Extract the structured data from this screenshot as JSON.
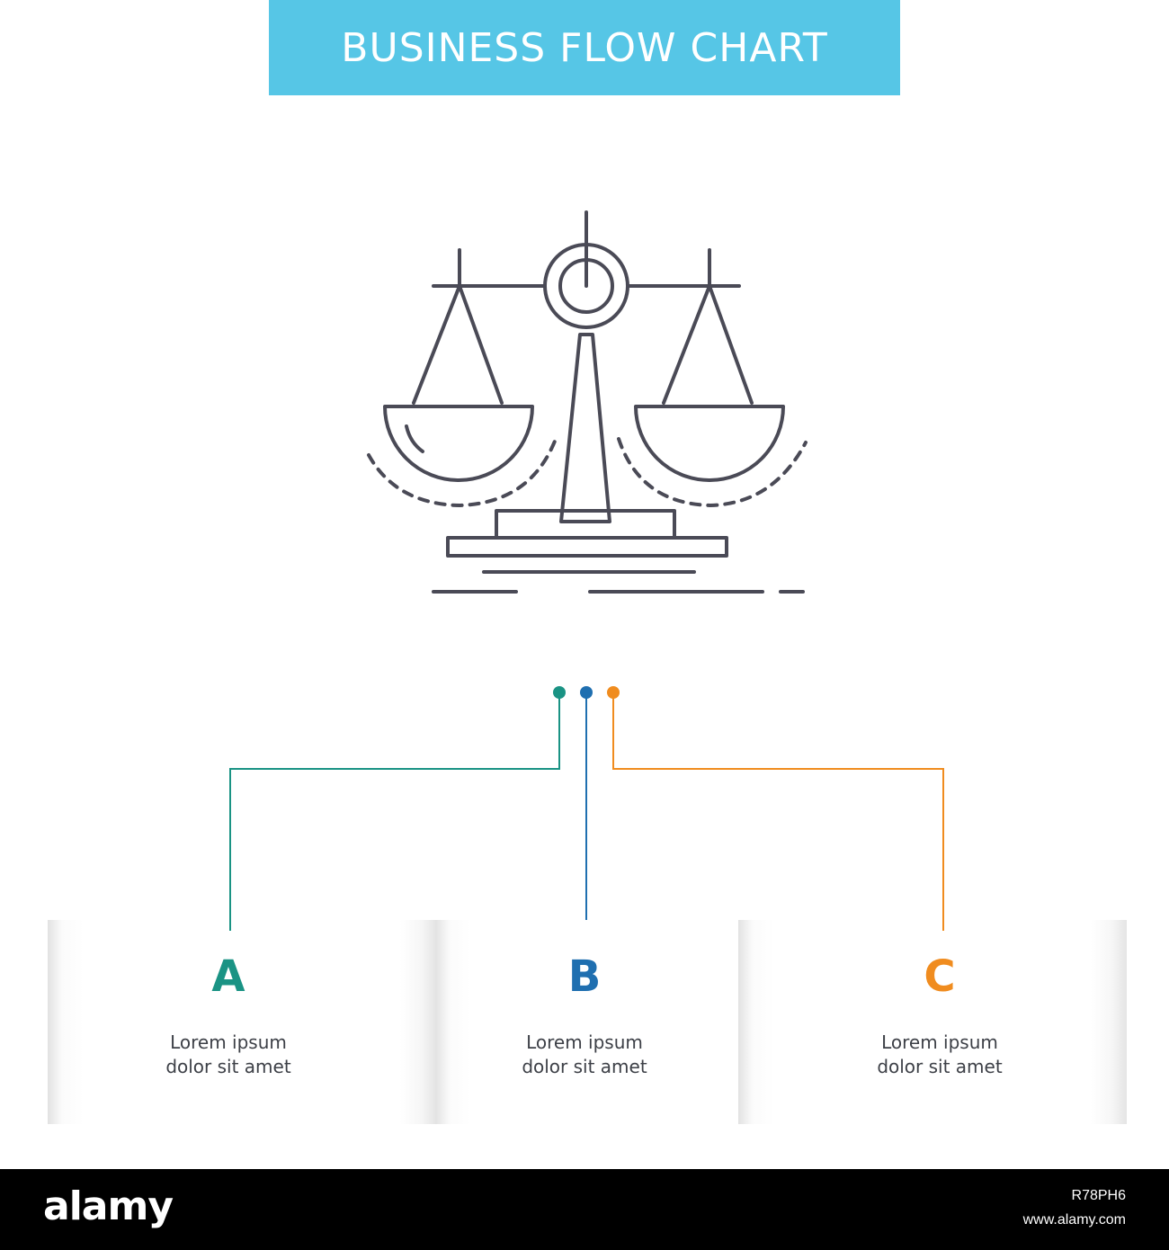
{
  "title": "BUSINESS FLOW CHART",
  "icon": "balance-scale-icon",
  "colors": {
    "header_bg": "#56c6e6",
    "icon_stroke": "#4a4a56",
    "branch_a": "#1a9384",
    "branch_b": "#1f6fb0",
    "branch_c": "#f08c1f"
  },
  "steps": [
    {
      "letter": "A",
      "line1": "Lorem ipsum",
      "line2": "dolor sit amet"
    },
    {
      "letter": "B",
      "line1": "Lorem ipsum",
      "line2": "dolor sit amet"
    },
    {
      "letter": "C",
      "line1": "Lorem ipsum",
      "line2": "dolor sit amet"
    }
  ],
  "footer": {
    "logo": "alamy",
    "image_id": "R78PH6",
    "url": "www.alamy.com"
  }
}
